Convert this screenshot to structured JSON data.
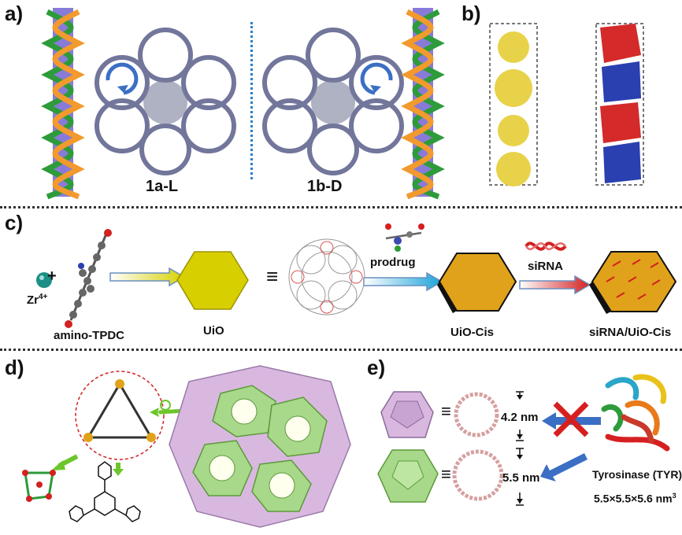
{
  "panels": {
    "a": {
      "label": "a)",
      "left_caption": "1a-L",
      "right_caption": "1b-D"
    },
    "b": {
      "label": "b)"
    },
    "c": {
      "label": "c)",
      "zr_text": "Zr",
      "zr_charge": "4+",
      "plus": "+",
      "ligand": "amino-TPDC",
      "uio": "UiO",
      "equiv": "≡",
      "prodrug": "prodrug",
      "uio_cis": "UiO-Cis",
      "sirna": "siRNA",
      "sirna_uio_cis": "siRNA/UiO-Cis"
    },
    "d": {
      "label": "d)"
    },
    "e": {
      "label": "e)",
      "equiv": "≡",
      "small_pore": "4.2 nm",
      "large_pore": "5.5 nm",
      "enzyme_name": "Tyrosinase (TYR)",
      "enzyme_size_base": "5.5×5.5×5.6 nm",
      "enzyme_size_exp": "3"
    }
  },
  "colors": {
    "helix_green": "#2e9b3a",
    "helix_orange": "#f29a2e",
    "column_purple": "#6a5acd",
    "uio_yellow": "#d8cf00",
    "uio_orange": "#e0a21a",
    "cage_pink": "#d9b8e0",
    "cage_green": "#a8d88a",
    "arrow_blue": "#3a6fc4",
    "cross_red": "#d62020",
    "divider": "#333333"
  }
}
